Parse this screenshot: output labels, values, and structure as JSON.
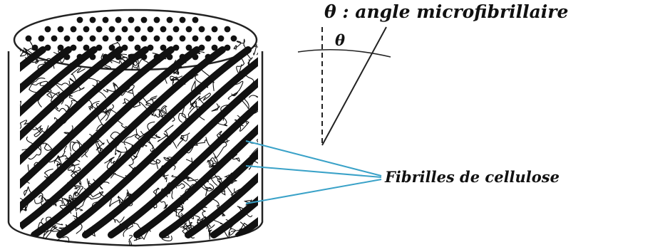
{
  "annotations": {
    "angle_caption": "θ : angle microfibrillaire",
    "theta_symbol": "θ",
    "fibrils_caption": "Fibrilles de cellulose"
  },
  "colors": {
    "ink": "#111111",
    "leader_lines": "#3aa2c8",
    "background": "#ffffff"
  }
}
